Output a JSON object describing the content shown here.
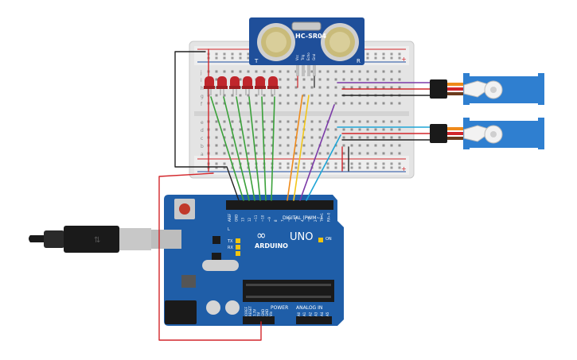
{
  "sensor": {
    "model": "HC-SR04",
    "pins": [
      "Vcc",
      "Trig",
      "Echo",
      "Gnd"
    ],
    "left_mark": "T",
    "right_mark": "R"
  },
  "breadboard": {
    "rows_top": [
      "j",
      "i",
      "h",
      "g",
      "f"
    ],
    "rows_bottom": [
      "e",
      "d",
      "c",
      "b",
      "a"
    ],
    "plus": "+",
    "minus": "−"
  },
  "arduino": {
    "brand": "ARDUINO",
    "model": "UNO",
    "digital_label": "DIGITAL (PWM~)",
    "power_label": "POWER",
    "analog_label": "ANALOG IN",
    "on_label": "ON",
    "led_labels": [
      "L",
      "TX",
      "RX"
    ],
    "top_pins": [
      "AREF",
      "GND",
      "13",
      "12",
      "~11",
      "~10",
      "~9",
      "8",
      "7",
      "~6",
      "~5",
      "4",
      "~3",
      "2",
      "TX→1",
      "RX←0"
    ],
    "power_pins": [
      "IOREF",
      "RESET",
      "3.3V",
      "5V",
      "GND",
      "GND",
      "Vin"
    ],
    "analog_pins": [
      "A0",
      "A1",
      "A2",
      "A3",
      "A4",
      "A5"
    ]
  },
  "colors": {
    "board": "#1f5ea8",
    "breadboard": "#e6e6e6",
    "led": "#c0262c",
    "wire_green": "#3aa13a",
    "wire_orange": "#ef8a1a",
    "wire_yellow": "#f2c619",
    "wire_purple": "#7b3aa8",
    "wire_cyan": "#1ea5d6",
    "wire_red": "#d2262b",
    "wire_black": "#222222",
    "servo": "#2f7fd0"
  }
}
